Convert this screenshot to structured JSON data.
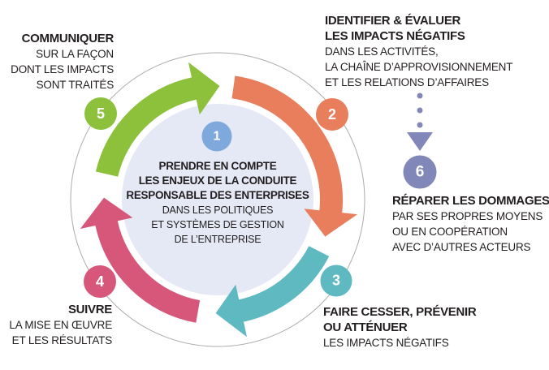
{
  "colors": {
    "green": "#8DC13C",
    "orange": "#E97E5D",
    "teal": "#5FB9C1",
    "pink": "#D6577A",
    "blue": "#7FA8DC",
    "purple": "#8287BA",
    "center_fill": "#E5E9F5",
    "ring_stroke": "#ABABAB",
    "text": "#221E1F"
  },
  "center_step": {
    "number": "1",
    "bold_lines": [
      "PRENDRE EN COMPTE",
      "LES ENJEUX DE LA CONDUITE",
      "RESPONSABLE DES ENTERPRISES"
    ],
    "lines": [
      "DANS LES POLITIQUES",
      "ET SYSTÈMES DE GESTION",
      "DE L’ENTREPRISE"
    ]
  },
  "steps": {
    "step2": {
      "number": "2",
      "bold_lines": [
        "IDENTIFIER & ÉVALUER",
        "LES IMPACTS NÉGATIFS"
      ],
      "lines": [
        "DANS LES ACTIVITÉS,",
        "LA CHAÎNE D’APPROVISIONNEMENT",
        "ET LES RELATIONS D’AFFAIRES"
      ]
    },
    "step3": {
      "number": "3",
      "bold_lines": [
        "FAIRE CESSER, PRÉVENIR",
        "OU ATTÉNUER"
      ],
      "lines": [
        "LES IMPACTS NÉGATIFS"
      ]
    },
    "step4": {
      "number": "4",
      "bold_lines": [
        "SUIVRE"
      ],
      "lines": [
        "LA MISE EN ŒUVRE",
        "ET LES RÉSULTATS"
      ]
    },
    "step5": {
      "number": "5",
      "bold_lines": [
        "COMMUNIQUER"
      ],
      "lines": [
        "SUR LA FAÇON",
        "DONT LES IMPACTS",
        "SONT TRAITÉS"
      ]
    },
    "step6": {
      "number": "6",
      "bold_lines": [
        "RÉPARER LES DOMMAGES,"
      ],
      "lines": [
        "PAR SES PROPRES MOYENS",
        "OU EN COOPÉRATION",
        "AVEC D’AUTRES ACTEURS"
      ]
    }
  }
}
